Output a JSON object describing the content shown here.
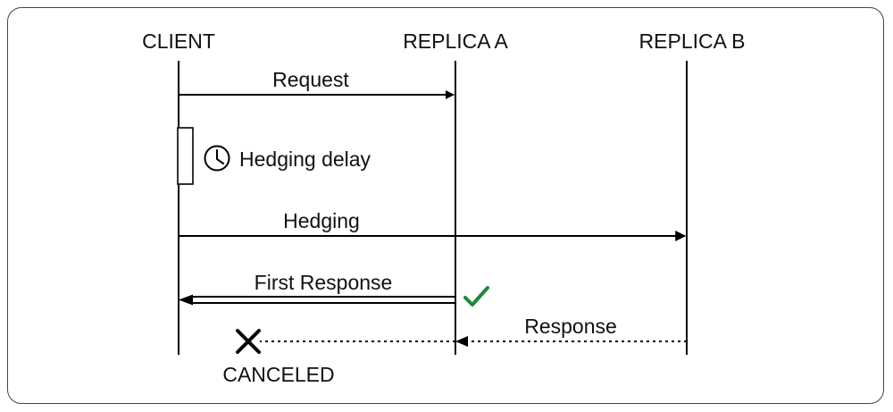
{
  "participants": {
    "client": "CLIENT",
    "replica_a": "REPLICA A",
    "replica_b": "REPLICA B"
  },
  "messages": {
    "request": "Request",
    "hedging_delay": "Hedging delay",
    "hedging": "Hedging",
    "first_response": "First Response",
    "response": "Response",
    "canceled": "CANCELED"
  },
  "icons": {
    "delay": "clock-icon",
    "success": "check-icon",
    "cancel": "x-icon"
  },
  "colors": {
    "line": "#000000",
    "success": "#1e8a3c",
    "text": "#111111"
  }
}
